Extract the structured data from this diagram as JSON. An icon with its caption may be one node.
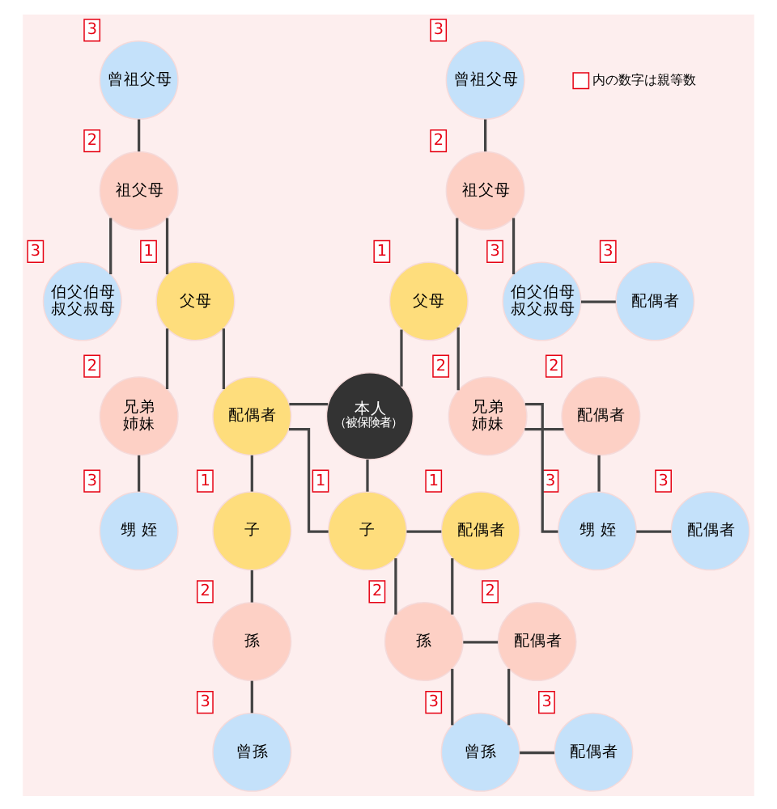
{
  "diagram": {
    "nodes": [
      {
        "text": [
          "曾祖父母"
        ],
        "beside": [
          "3"
        ]
      },
      {
        "text": [
          "曾祖父母"
        ],
        "beside": [
          "3"
        ]
      },
      {
        "text": [
          "祖父母"
        ],
        "beside": [
          "2"
        ]
      },
      {
        "text": [
          "祖父母"
        ],
        "beside": [
          "2"
        ]
      },
      {
        "text": [
          "伯父伯母叔父叔母"
        ],
        "beside": [
          "3"
        ]
      },
      {
        "text": [
          "父母"
        ],
        "beside": [
          "1"
        ]
      },
      {
        "text": [
          "父母"
        ],
        "beside": [
          "1"
        ]
      },
      {
        "text": [
          "伯父伯母叔父叔母"
        ],
        "beside": [
          "3"
        ]
      },
      {
        "text": [
          "配偶者"
        ],
        "beside": [
          "3"
        ]
      },
      {
        "text": [
          "兄弟姉妹"
        ],
        "beside": [
          "2"
        ]
      },
      {
        "text": [
          "配偶者"
        ]
      },
      {
        "text": [
          "本人",
          "（被保険者）"
        ]
      },
      {
        "text": [
          "兄弟姉妹"
        ],
        "beside": [
          "2"
        ]
      },
      {
        "text": [
          "配偶者"
        ],
        "beside": [
          "2"
        ]
      },
      {
        "text": [
          "甥 姪"
        ],
        "beside": [
          "3"
        ]
      },
      {
        "text": [
          "子"
        ],
        "beside": [
          "1"
        ]
      },
      {
        "text": [
          "子"
        ],
        "beside": [
          "1"
        ]
      },
      {
        "text": [
          "配偶者"
        ],
        "beside": [
          "1"
        ]
      },
      {
        "text": [
          "甥 姪"
        ],
        "beside": [
          "3"
        ]
      },
      {
        "text": [
          "配偶者"
        ],
        "beside": [
          "3"
        ]
      },
      {
        "text": [
          "孫"
        ],
        "beside": [
          "2"
        ]
      },
      {
        "text": [
          "孫"
        ],
        "beside": [
          "2"
        ]
      },
      {
        "text": [
          "配偶者"
        ],
        "beside": [
          "2"
        ]
      },
      {
        "text": [
          "曾孫"
        ],
        "beside": [
          "3"
        ]
      },
      {
        "text": [
          "曾孫"
        ],
        "beside": [
          "3"
        ]
      },
      {
        "text": [
          "配偶者"
        ],
        "beside": [
          "3"
        ]
      }
    ],
    "edges": [
      {
        "from": 0,
        "to": 2,
        "arrow": "none"
      },
      {
        "from": 1,
        "to": 3,
        "arrow": "none"
      },
      {
        "from": 2,
        "to": 5,
        "arrow": "none"
      },
      {
        "from": 2,
        "to": 4,
        "arrow": "none"
      },
      {
        "from": 3,
        "to": 6,
        "arrow": "none"
      },
      {
        "from": 3,
        "to": 7,
        "arrow": "none"
      },
      {
        "from": 7,
        "to": 8,
        "arrow": "none"
      },
      {
        "from": 5,
        "to": 10,
        "arrow": "none"
      },
      {
        "from": 5,
        "to": 9,
        "arrow": "none"
      },
      {
        "from": 6,
        "to": 11,
        "arrow": "none"
      },
      {
        "from": 6,
        "to": 12,
        "arrow": "none"
      },
      {
        "from": 9,
        "to": 14,
        "arrow": "none"
      },
      {
        "from": 10,
        "to": 11,
        "arrow": "none"
      },
      {
        "from": 10,
        "to": 16,
        "arrow": "none"
      },
      {
        "from": 11,
        "to": 16,
        "arrow": "none"
      },
      {
        "from": 10,
        "to": 15,
        "arrow": "none"
      },
      {
        "from": 12,
        "to": 13,
        "arrow": "none"
      },
      {
        "from": 12,
        "to": 18,
        "arrow": "none"
      },
      {
        "from": 13,
        "to": 18,
        "arrow": "none"
      },
      {
        "from": 18,
        "to": 19,
        "arrow": "none"
      },
      {
        "from": 16,
        "to": 17,
        "arrow": "none"
      },
      {
        "from": 16,
        "to": 21,
        "arrow": "none"
      },
      {
        "from": 17,
        "to": 21,
        "arrow": "none"
      },
      {
        "from": 15,
        "to": 20,
        "arrow": "none"
      },
      {
        "from": 20,
        "to": 23,
        "arrow": "none"
      },
      {
        "from": 21,
        "to": 22,
        "arrow": "none"
      },
      {
        "from": 21,
        "to": 24,
        "arrow": "none"
      },
      {
        "from": 22,
        "to": 24,
        "arrow": "none"
      },
      {
        "from": 24,
        "to": 25,
        "arrow": "none"
      }
    ],
    "legend": [
      {
        "text": "内の数字は親等数"
      }
    ]
  }
}
